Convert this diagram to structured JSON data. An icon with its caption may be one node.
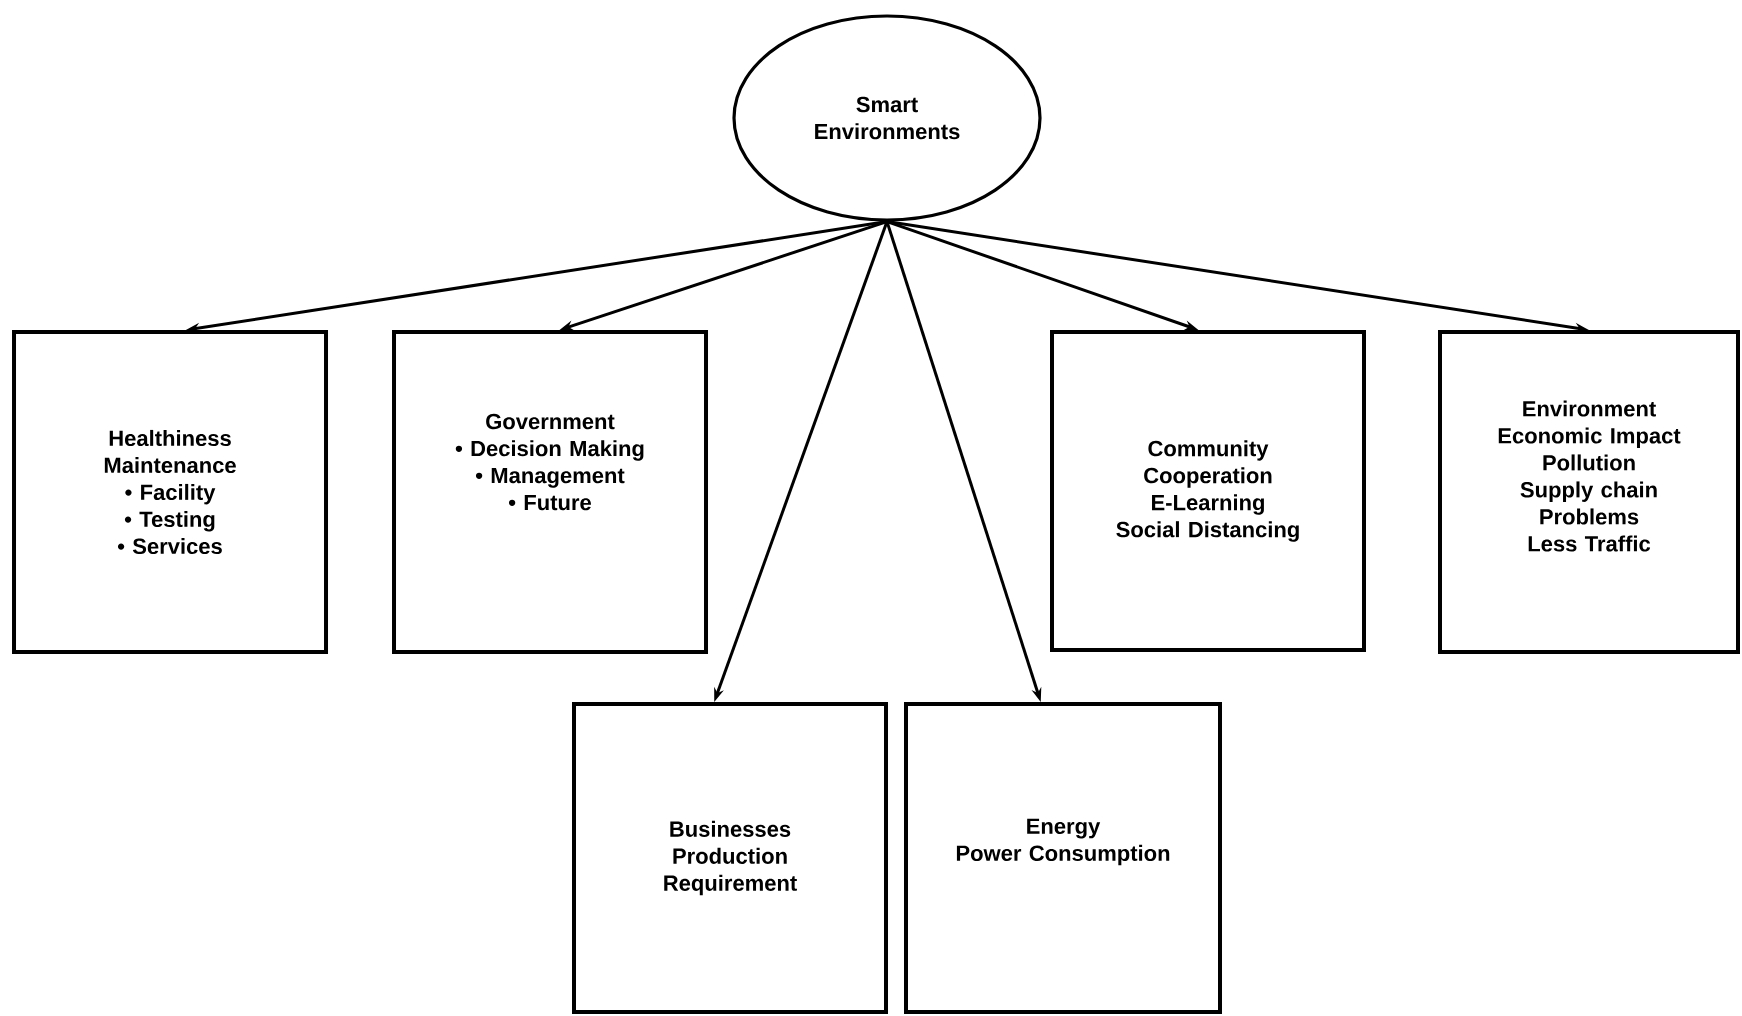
{
  "diagram": {
    "nodes": [
      {
        "text": [
          "Smart Environments"
        ]
      },
      {
        "text": [
          "Healthiness Maintenance",
          "•  Facility",
          "•  Testing",
          "•  Services"
        ]
      },
      {
        "text": [
          "Government",
          "•  Decision Making",
          "•  Management",
          "•  Future"
        ]
      },
      {
        "text": [
          "Community",
          "Cooperation",
          "E-Learning",
          "Social Distancing"
        ]
      },
      {
        "text": [
          "Environment",
          "Economic Impact",
          "Pollution",
          "Supply chain Problems",
          "Less Traffic"
        ]
      },
      {
        "text": [
          "Businesses",
          "Production",
          "Requirement"
        ]
      },
      {
        "text": [
          "Energy",
          "Power Consumption"
        ]
      }
    ],
    "edges": [
      {
        "from": 0,
        "to": 1,
        "arrow": "to"
      },
      {
        "from": 0,
        "to": 2,
        "arrow": "to"
      },
      {
        "from": 0,
        "to": 5,
        "arrow": "to"
      },
      {
        "from": 0,
        "to": 6,
        "arrow": "to"
      },
      {
        "from": 0,
        "to": 3,
        "arrow": "to"
      },
      {
        "from": 0,
        "to": 4,
        "arrow": "to"
      }
    ]
  }
}
